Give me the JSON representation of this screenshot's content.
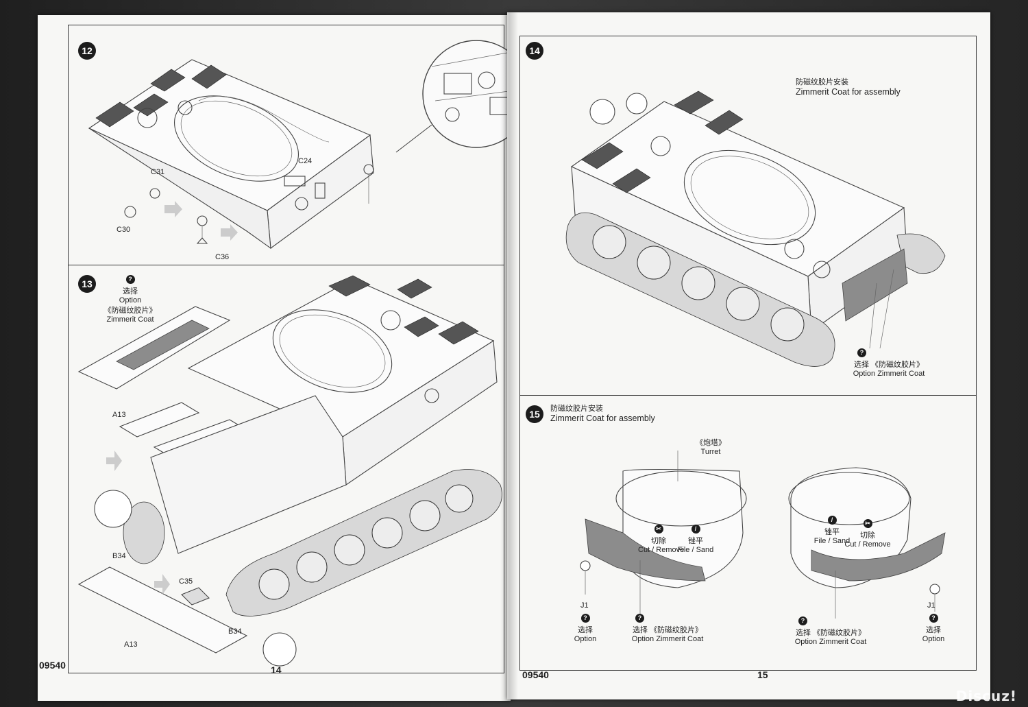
{
  "catalog_number": "09540",
  "left_page": {
    "page_number": "14",
    "step12": {
      "number": "12",
      "parts": [
        "C24",
        "C31",
        "C30",
        "C36"
      ]
    },
    "step13": {
      "number": "13",
      "option_cn": "选择",
      "option": "Option",
      "zimmerit_cn": "《防磁纹胶片》",
      "zimmerit": "Zimmerit Coat",
      "parts": [
        "A13",
        "B34",
        "C35",
        "A13",
        "B34"
      ]
    }
  },
  "right_page": {
    "page_number": "15",
    "step14": {
      "number": "14",
      "title_cn": "防磁纹胶片安装",
      "title": "Zimmerit Coat  for assembly",
      "option_cn": "选择",
      "zimmerit_cn": "《防磁纹胶片》",
      "zimmerit": "Zimmerit Coat",
      "option": "Option"
    },
    "step15": {
      "number": "15",
      "title_cn": "防磁纹胶片安装",
      "title": "Zimmerit Coat for assembly",
      "turret_cn": "《炮塔》",
      "turret": "Turret",
      "cut_cn": "切除",
      "cut": "Cut / Remove",
      "file_cn": "锉平",
      "file": "File / Sand",
      "part_j1": "J1",
      "option_cn": "选择",
      "option": "Option",
      "zimmerit_cn": "《防磁纹胶片》",
      "zimmerit": "Zimmerit Coat"
    }
  },
  "watermark": "Discuz!"
}
